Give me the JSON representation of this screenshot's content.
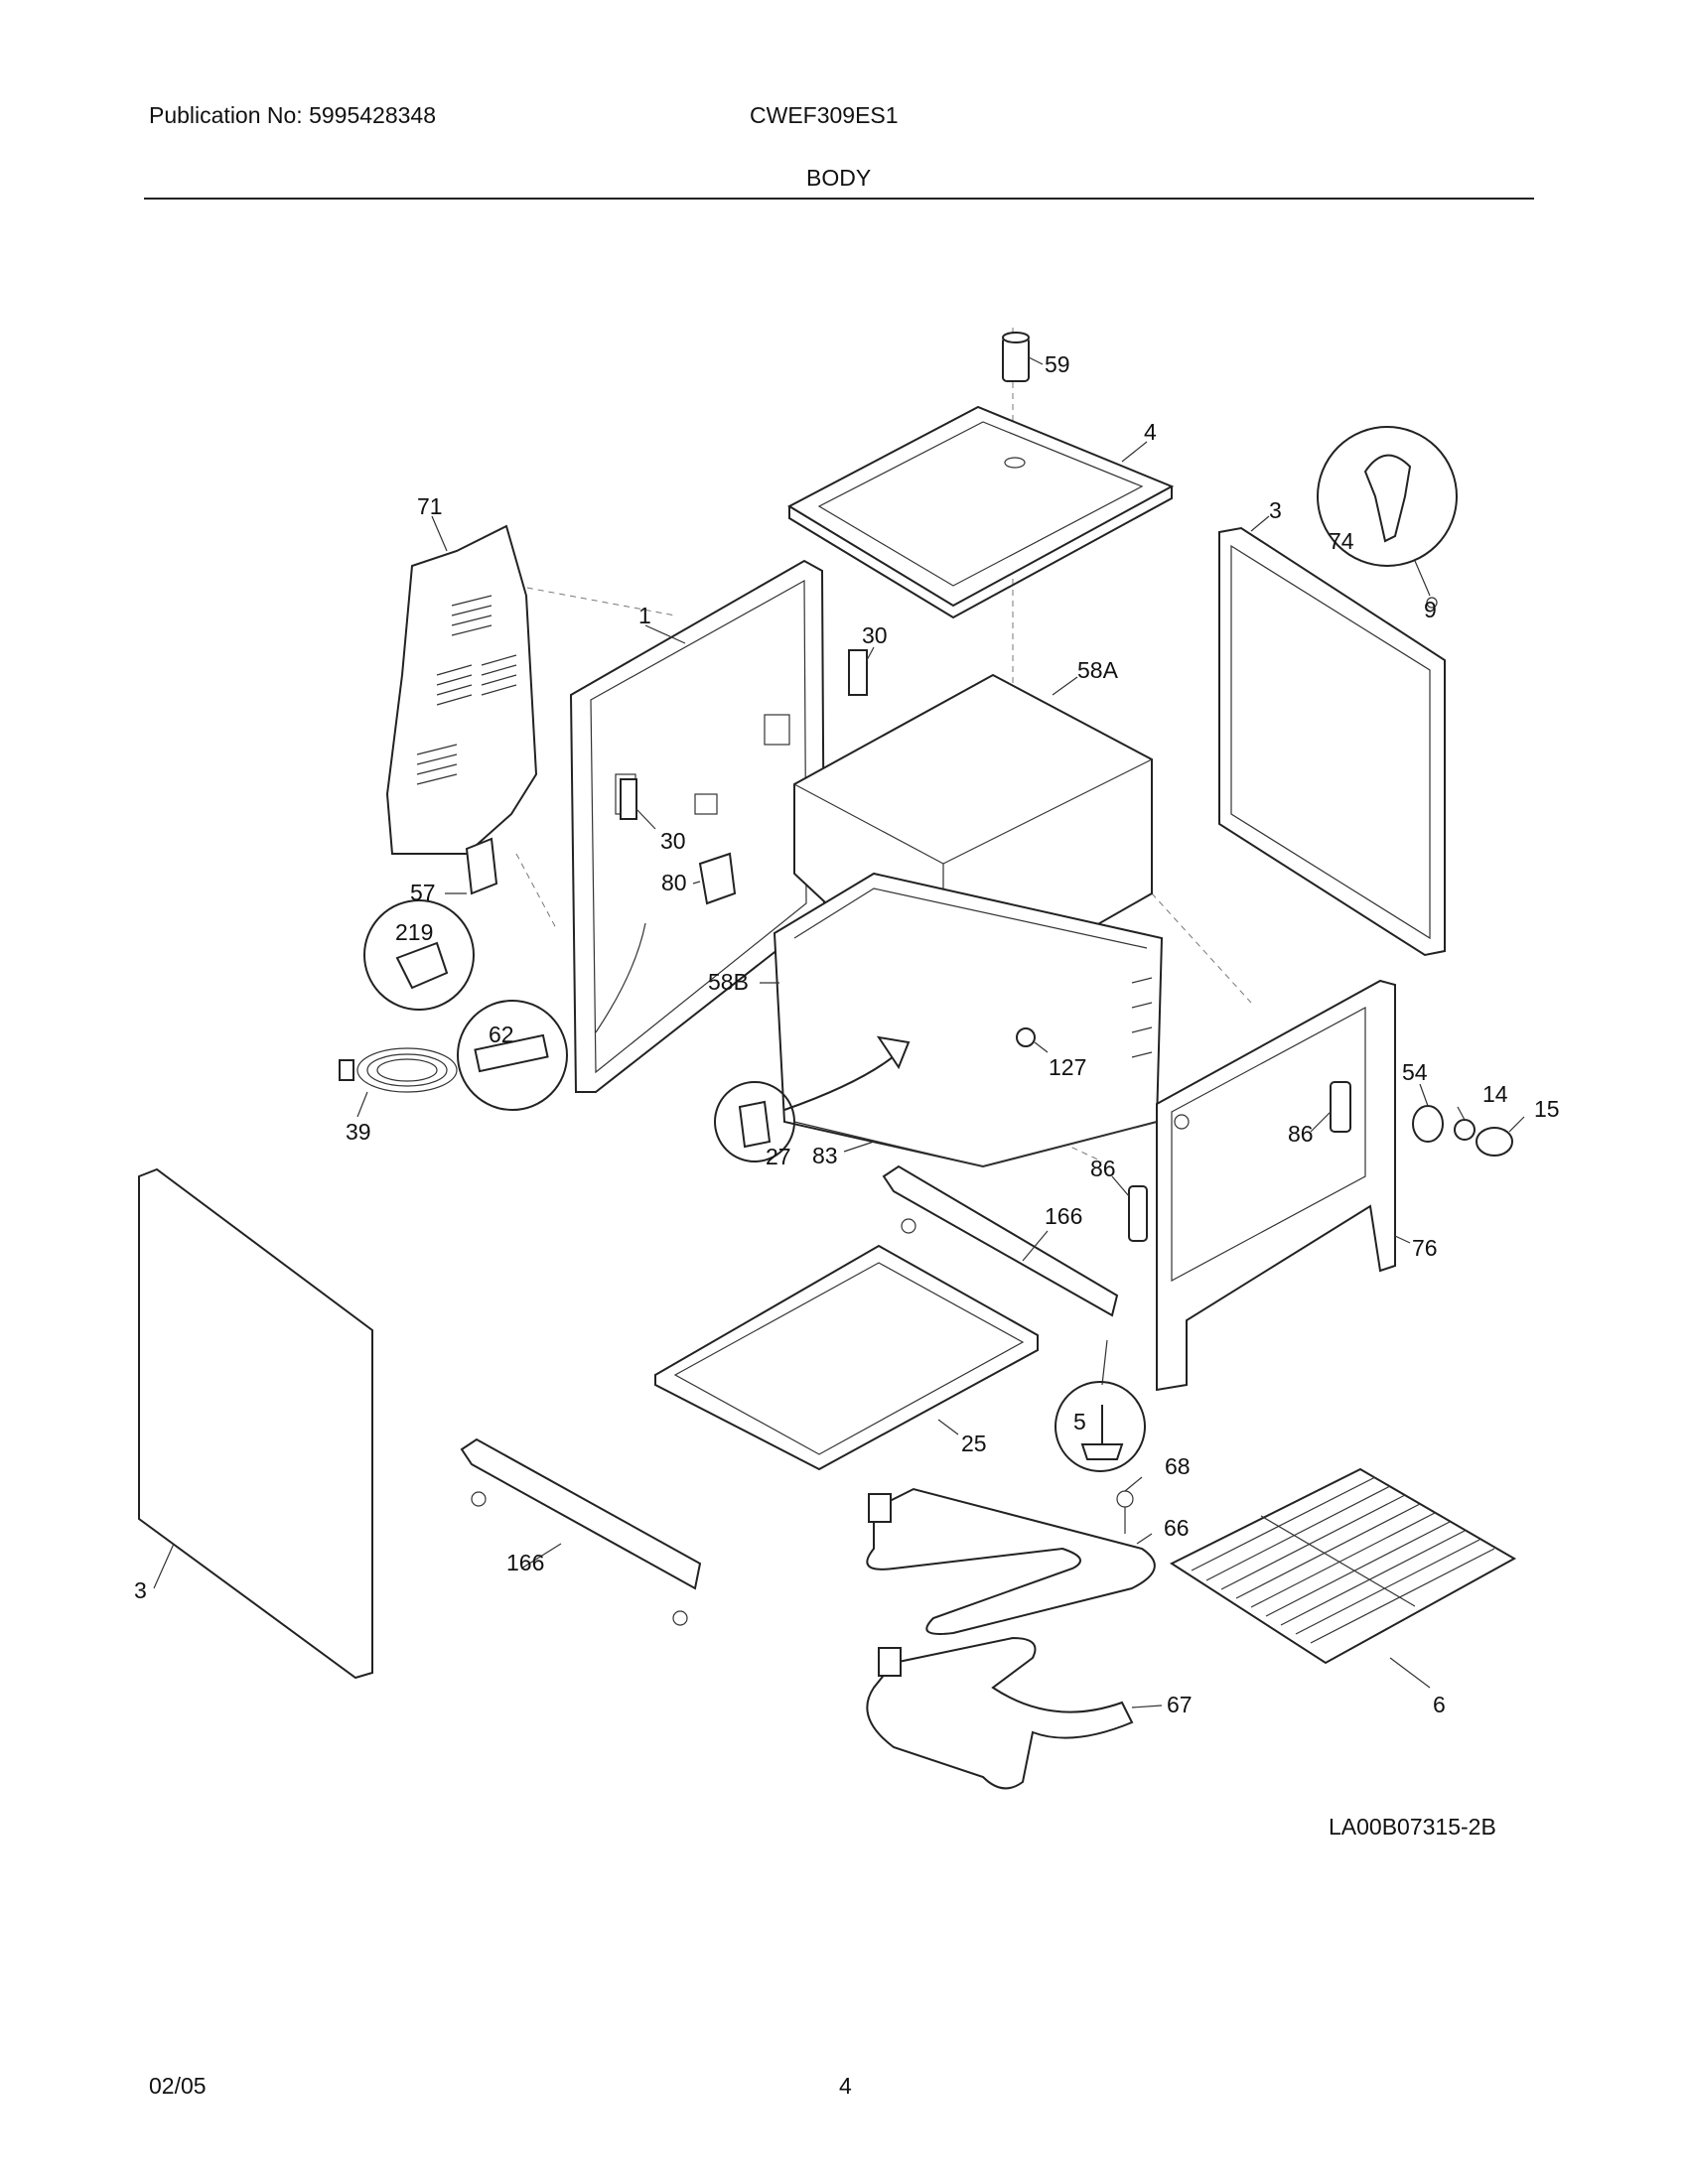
{
  "header": {
    "publication": "Publication No: 5995428348",
    "model": "CWEF309ES1",
    "section": "BODY"
  },
  "diagram": {
    "code": "LA00B07315-2B",
    "callouts": {
      "c59": "59",
      "c4": "4",
      "c3a": "3",
      "c74": "74",
      "c9": "9",
      "c71": "71",
      "c1": "1",
      "c30a": "30",
      "c30b": "30",
      "c58A": "58A",
      "c57": "57",
      "c80": "80",
      "c219": "219",
      "c58B": "58B",
      "c127": "127",
      "c62": "62",
      "c39": "39",
      "c27": "27",
      "c83": "83",
      "c86a": "86",
      "c86b": "86",
      "c54": "54",
      "c14": "14",
      "c15": "15",
      "c166a": "166",
      "c76": "76",
      "c25": "25",
      "c5": "5",
      "c68": "68",
      "c66": "66",
      "c166b": "166",
      "c3b": "3",
      "c6": "6",
      "c67": "67"
    }
  },
  "footer": {
    "date": "02/05",
    "page": "4"
  }
}
